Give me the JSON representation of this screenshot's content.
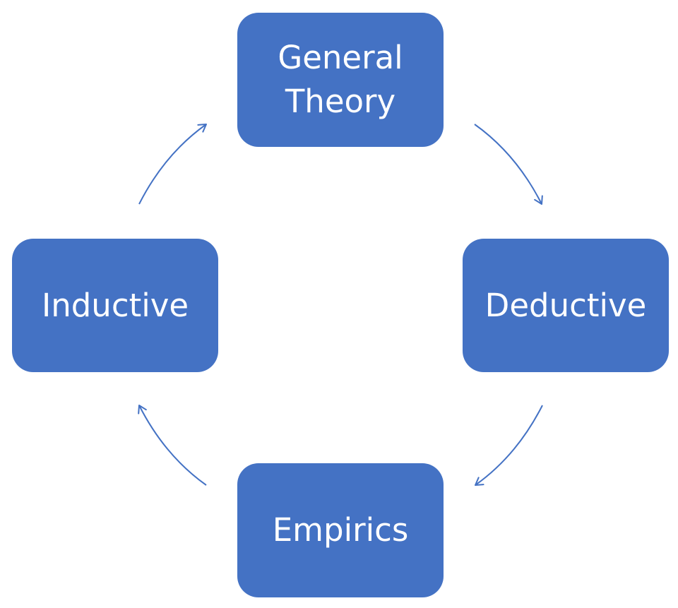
{
  "diagram": {
    "nodes": {
      "top": {
        "label": "General\nTheory"
      },
      "right": {
        "label": "Deductive"
      },
      "bottom": {
        "label": "Empirics"
      },
      "left": {
        "label": "Inductive"
      }
    }
  },
  "colors": {
    "node_fill": "#4472C4",
    "node_text": "#FFFFFF",
    "arrow": "#4472C4",
    "background": "#FFFFFF"
  }
}
